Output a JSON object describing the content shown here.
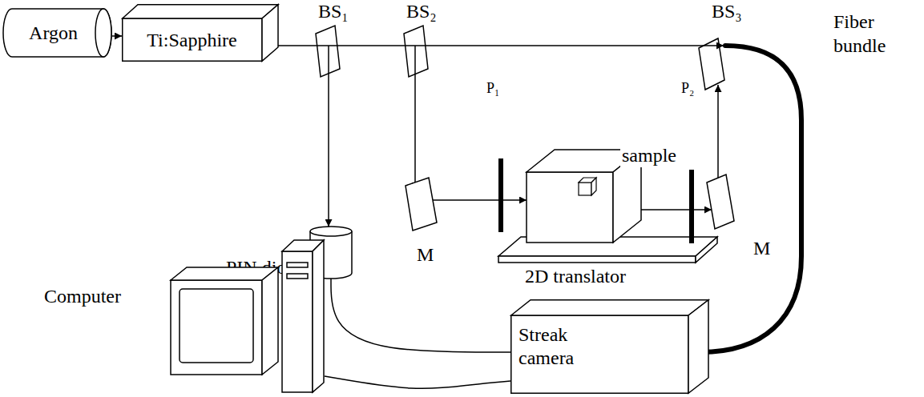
{
  "diagram": {
    "nodes": [
      {
        "text": [
          "Argon"
        ]
      },
      {
        "text": [
          "Ti:Sapphire"
        ]
      },
      {
        "text": [
          "PIN diode"
        ]
      },
      {
        "text": [
          "Computer"
        ]
      },
      {
        "text": [
          "Streak camera"
        ]
      }
    ],
    "edges": [
      {
        "from": 0,
        "to": 1,
        "arrow": "to"
      },
      {
        "from": 2,
        "to": 4,
        "arrow": "none"
      },
      {
        "from": 3,
        "to": 4,
        "arrow": "none"
      }
    ],
    "labels": [
      "BS₁",
      "BS₂",
      "BS₃",
      "Fiber bundle",
      "P₁",
      "P₂",
      "sample",
      "M",
      "M",
      "2D translator"
    ]
  }
}
